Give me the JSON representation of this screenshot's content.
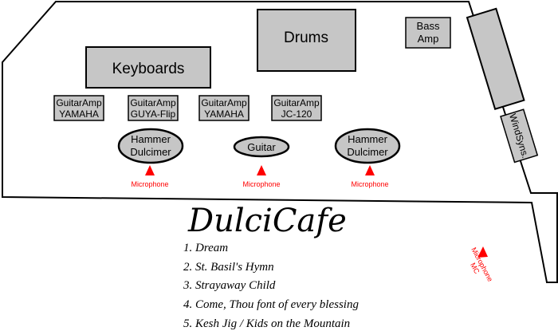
{
  "stage": {
    "keyboards": "Keyboards",
    "drums": "Drums",
    "bass_amp": [
      "Bass",
      "Amp"
    ],
    "guitar_amps": [
      [
        "GuitarAmp",
        "YAMAHA"
      ],
      [
        "GuitarAmp",
        "GUYA-Flip"
      ],
      [
        "GuitarAmp",
        "YAMAHA"
      ],
      [
        "GuitarAmp",
        "JC-120"
      ]
    ],
    "left_dulcimer": [
      "Hammer",
      "Dulcimer"
    ],
    "guitar": "Guitar",
    "right_dulcimer": [
      "Hammer",
      "Dulcimer"
    ],
    "windsyns": "WindSyns.",
    "microphone_label": "Microphone",
    "mc_microphone": [
      "Microphone",
      "MC"
    ]
  },
  "colors": {
    "equipment_fill": "#c6c6c6",
    "microphone": "#ff0000"
  },
  "event": {
    "title": "DulciCafe",
    "setlist": [
      "1. Dream",
      "2. St. Basil's Hymn",
      "3. Strayaway Child",
      "4. Come, Thou font of every blessing",
      "5. Kesh Jig / Kids on the Mountain"
    ]
  }
}
